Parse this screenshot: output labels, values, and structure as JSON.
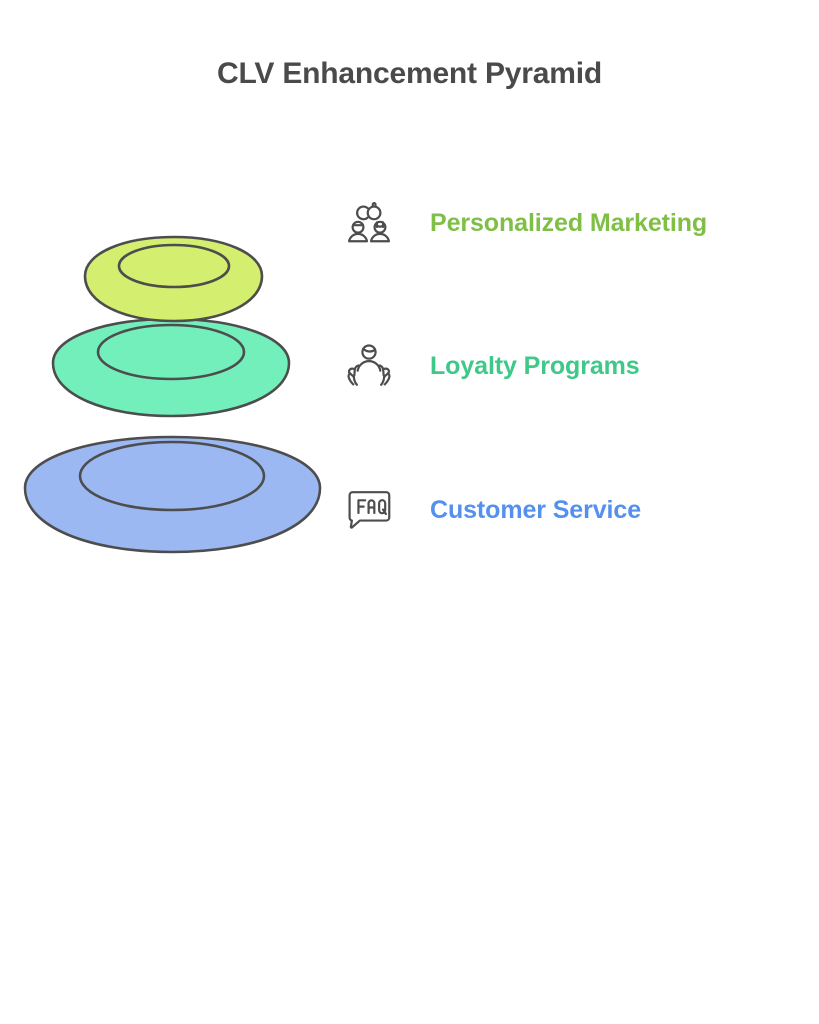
{
  "page": {
    "title": "CLV Enhancement Pyramid",
    "background_color": "#ffffff",
    "title_color": "#4a4a4a"
  },
  "chart_data": {
    "type": "pyramid",
    "title": "CLV Enhancement Pyramid",
    "orientation": "vertical-stacked-rings",
    "description": "Three stacked ring (torus) shapes widening toward the base, each paired with a labeled icon.",
    "levels": [
      {
        "rank": 1,
        "position": "top",
        "label": "Personalized Marketing",
        "fill_color": "#d4ef70",
        "stroke_color": "#4d4d4d",
        "label_color": "#7fbf45",
        "icon": "two-people-connection-icon",
        "relative_width": 0.6
      },
      {
        "rank": 2,
        "position": "middle",
        "label": "Loyalty Programs",
        "fill_color": "#73efbc",
        "stroke_color": "#4d4d4d",
        "label_color": "#3fc88a",
        "icon": "person-in-hands-icon",
        "relative_width": 0.79
      },
      {
        "rank": 3,
        "position": "bottom",
        "label": "Customer Service",
        "fill_color": "#9bb8f2",
        "stroke_color": "#4d4d4d",
        "label_color": "#5590ee",
        "icon": "faq-speech-bubble-icon",
        "relative_width": 1.0
      }
    ]
  },
  "legend": {
    "items": [
      {
        "label": "Personalized Marketing",
        "color": "#7fbf45",
        "icon": "two-people-connection-icon"
      },
      {
        "label": "Loyalty Programs",
        "color": "#3fc88a",
        "icon": "person-in-hands-icon"
      },
      {
        "label": "Customer Service",
        "color": "#5590ee",
        "icon": "faq-speech-bubble-icon"
      }
    ]
  },
  "icon_text": {
    "faq": "FAQ"
  }
}
